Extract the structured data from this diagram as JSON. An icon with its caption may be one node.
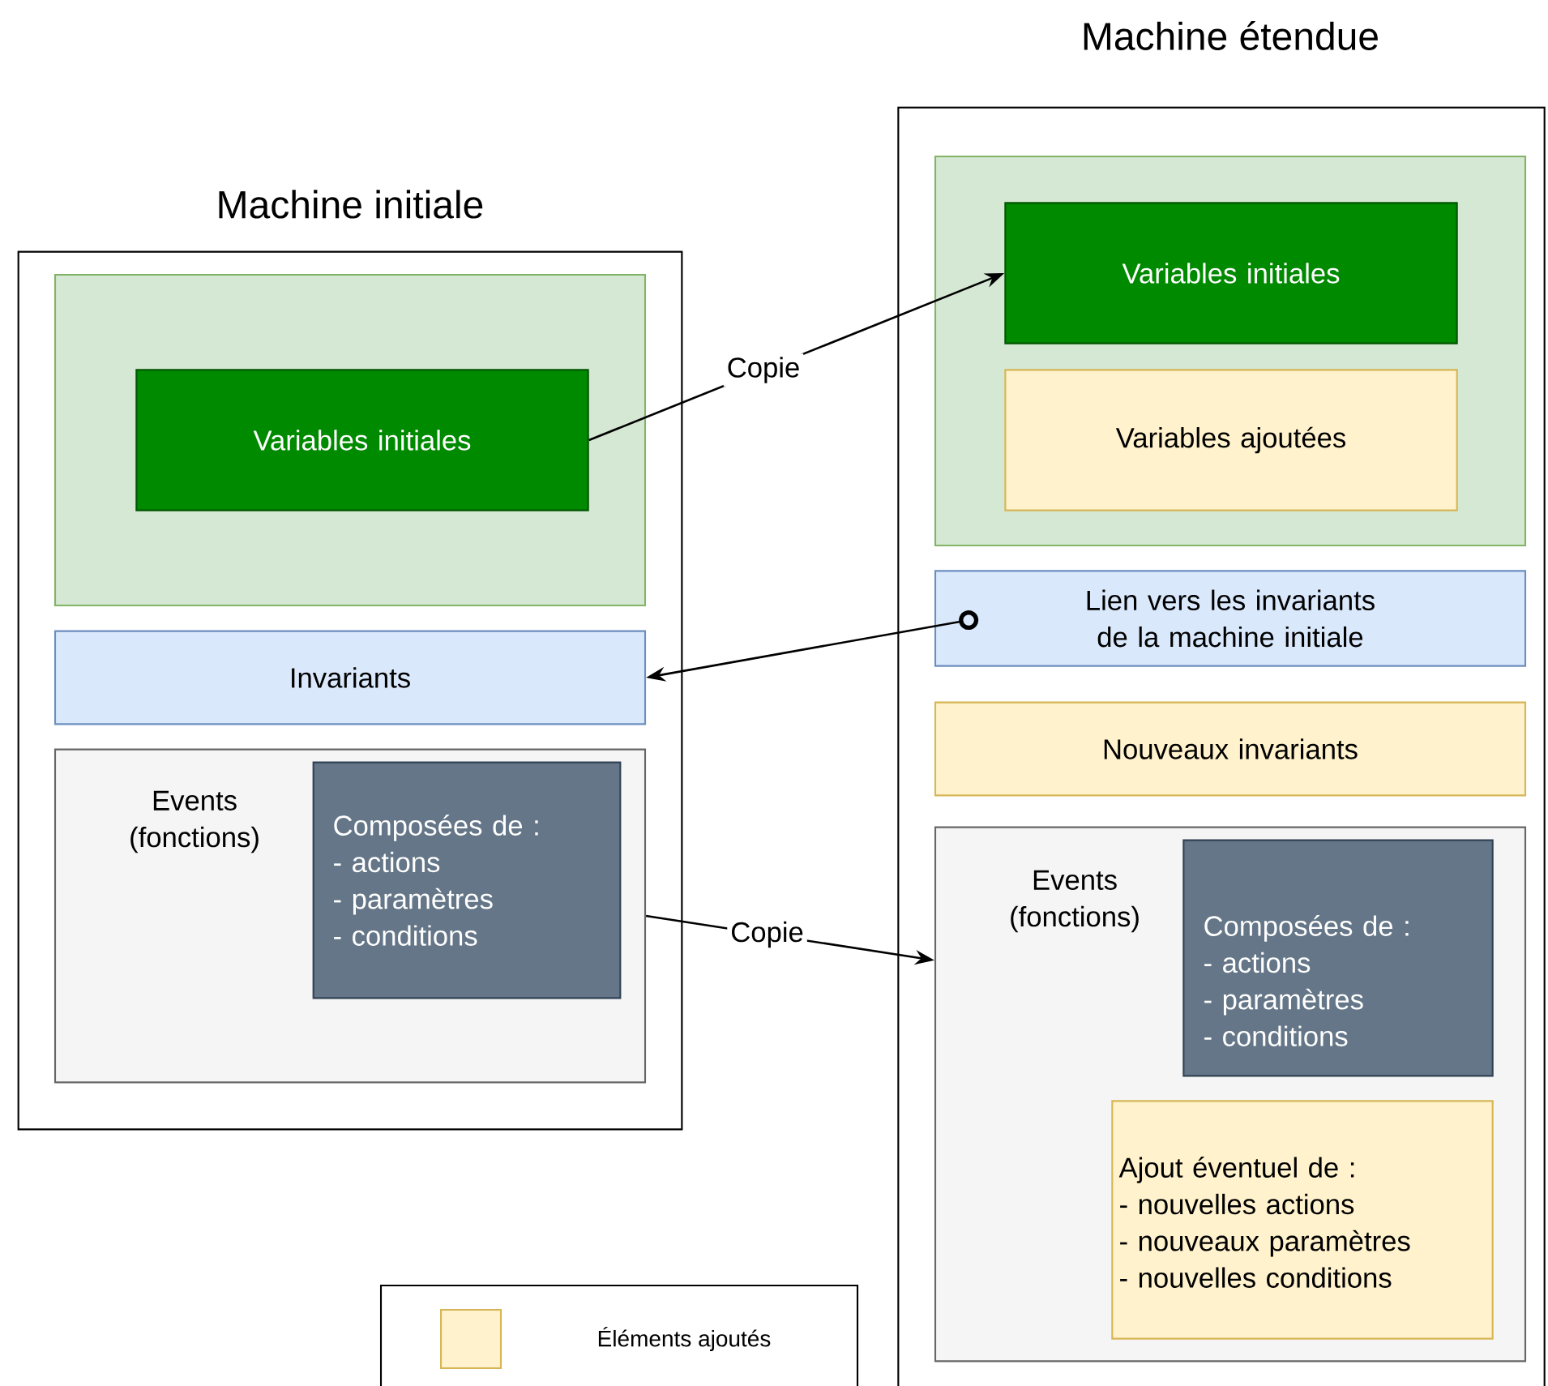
{
  "diagram": {
    "nodes": [
      {
        "text": [
          "Machine initiale"
        ]
      },
      {
        "text": [],
        "shape": "box",
        "in": 0
      },
      {
        "text": [
          "Variables initiales"
        ],
        "in": 1
      },
      {
        "text": [
          "Invariants"
        ],
        "in": 0
      },
      {
        "text": [
          "Events (fonctions)"
        ],
        "in": 0
      },
      {
        "text": [
          "Composées de :",
          "- actions",
          "- paramètres",
          "- conditions"
        ],
        "in": 4
      },
      {
        "text": [
          "Machine étendue"
        ]
      },
      {
        "text": [],
        "shape": "box",
        "in": 6
      },
      {
        "text": [
          "Variables initiales"
        ],
        "in": 7
      },
      {
        "text": [
          "Variables ajoutées"
        ],
        "in": 7
      },
      {
        "text": [
          "Lien vers les invariants de la machine initiale"
        ],
        "in": 6
      },
      {
        "text": [
          "Nouveaux invariants"
        ],
        "in": 6
      },
      {
        "text": [
          "Events (fonctions)"
        ],
        "in": 6
      },
      {
        "text": [
          "Composées de :",
          "- actions",
          "- paramètres",
          "- conditions"
        ],
        "in": 12
      },
      {
        "text": [
          "Ajout éventuel de :",
          "- nouvelles actions",
          "- nouveaux paramètres",
          "- nouvelles conditions"
        ],
        "in": 12
      }
    ],
    "edges": [
      {
        "from": 2,
        "to": 8,
        "arrow": "to",
        "label": "Copie"
      },
      {
        "from": 10,
        "to": 3,
        "arrow": "to"
      },
      {
        "from": 4,
        "to": 12,
        "arrow": "to",
        "label": "Copie"
      }
    ],
    "legend": [
      {
        "text": "Éléments ajoutés",
        "color": "#fff2cc"
      }
    ]
  }
}
